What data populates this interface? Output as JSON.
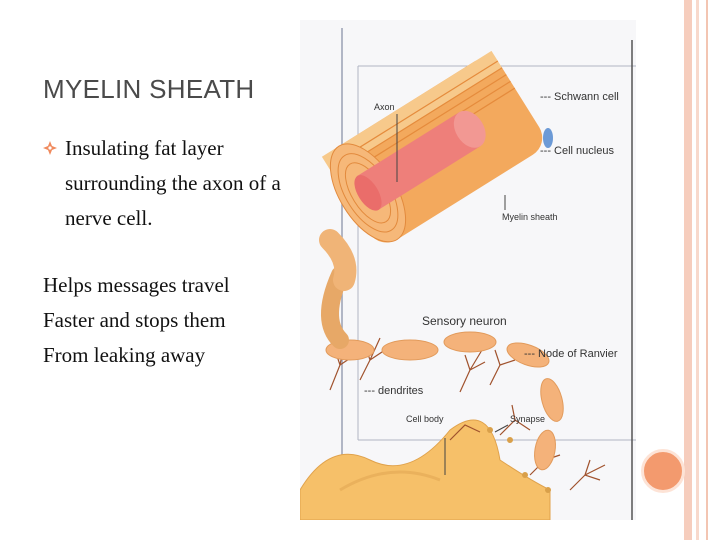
{
  "slide": {
    "title": "MYELIN SHEATH",
    "bullet": "Insulating fat layer surrounding the axon of a nerve cell.",
    "paragraph_lines": [
      "Helps messages travel",
      "Faster and stops them",
      "From leaking away"
    ]
  },
  "figure": {
    "labels": {
      "schwann_cell": "--- Schwann cell",
      "axon": "Axon",
      "cell_nucleus": "--- Cell nucleus",
      "myelin_sheath": "Myelin sheath",
      "sensory_neuron": "Sensory neuron",
      "node_of_ranvier": "--- Node of Ranvier",
      "dendrites": "--- dendrites",
      "cell_body": "Cell body",
      "synapse": "Synapse"
    }
  },
  "colors": {
    "accent": "#f39a6e",
    "border": "#f6cdbd",
    "myelin": "#f2a25c",
    "axon": "#ef7e7e"
  },
  "icons": {
    "bullet": "diamond-star-icon"
  }
}
